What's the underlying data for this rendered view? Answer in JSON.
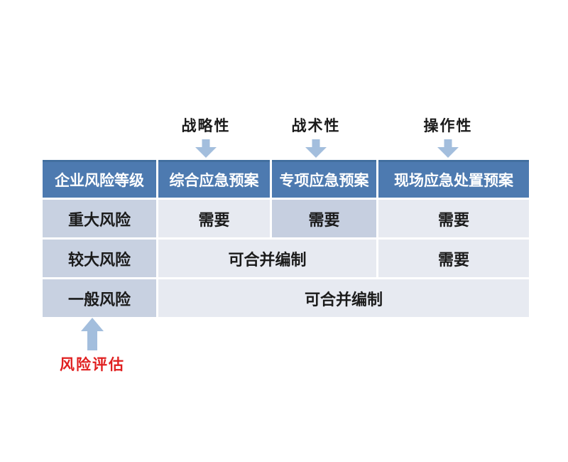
{
  "colors": {
    "header_bg": "#4d7ab0",
    "row_label_bg": "#c8d1e1",
    "cell_bg": "#e7eaf1",
    "cell_highlight_bg": "#c6cfe0",
    "arrow": "#a3bedd",
    "note_text": "#e02020",
    "cell_text": "#1b1b1b"
  },
  "annotations": {
    "top": [
      {
        "label": "战略性"
      },
      {
        "label": "战术性"
      },
      {
        "label": "操作性"
      }
    ],
    "bottom": {
      "label": "风险评估"
    }
  },
  "table": {
    "header": [
      "企业风险等级",
      "综合应急预案",
      "专项应急预案",
      "现场应急处置预案"
    ],
    "rows": [
      {
        "label": "重大风险",
        "cells": [
          "需要",
          "需要",
          "需要"
        ]
      },
      {
        "label": "较大风险",
        "cells": [
          "可合并编制",
          "需要"
        ]
      },
      {
        "label": "一般风险",
        "cells": [
          "可合并编制"
        ]
      }
    ]
  }
}
